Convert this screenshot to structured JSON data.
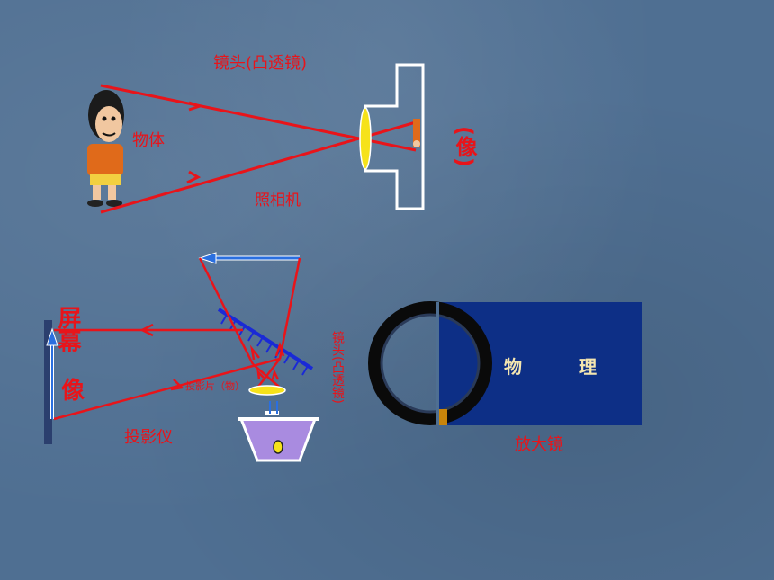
{
  "camera": {
    "lens_label": "镜头(凸透镜)",
    "object_label": "物体",
    "device_label": "照相机",
    "image_label": "(像)"
  },
  "projector": {
    "screen_label": "屏幕",
    "image_label": "像",
    "slide_label": "投影片（物）",
    "lens_label": "镜头(凸透镜)",
    "device_label": "投影仪"
  },
  "magnifier": {
    "text": "物 理",
    "device_label": "放大镜"
  },
  "colors": {
    "ray": "#e8141a",
    "mirror": "#1a2ad6",
    "lens": "#f6e21a",
    "screen": "#2b3f6e",
    "lamp_box": "#a98be0",
    "mag_bg": "#0d2f86"
  }
}
